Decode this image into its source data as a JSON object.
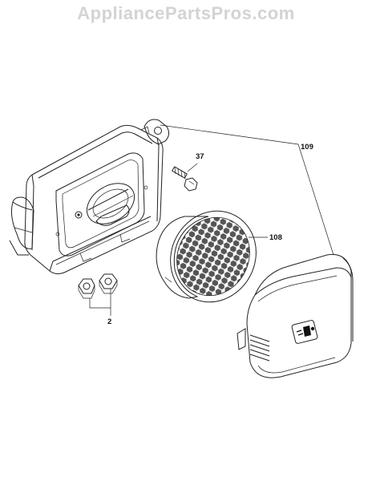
{
  "watermark": "AppliancePartsPros.com",
  "callouts": {
    "part_109": "109",
    "part_37": "37",
    "part_108": "108",
    "part_2": "2"
  },
  "icons": {
    "air_cleaner_symbol": "air-filter-symbol"
  },
  "colors": {
    "line": "#222222",
    "watermark": "#d3d3d3",
    "shade": "#e6e6e6"
  }
}
